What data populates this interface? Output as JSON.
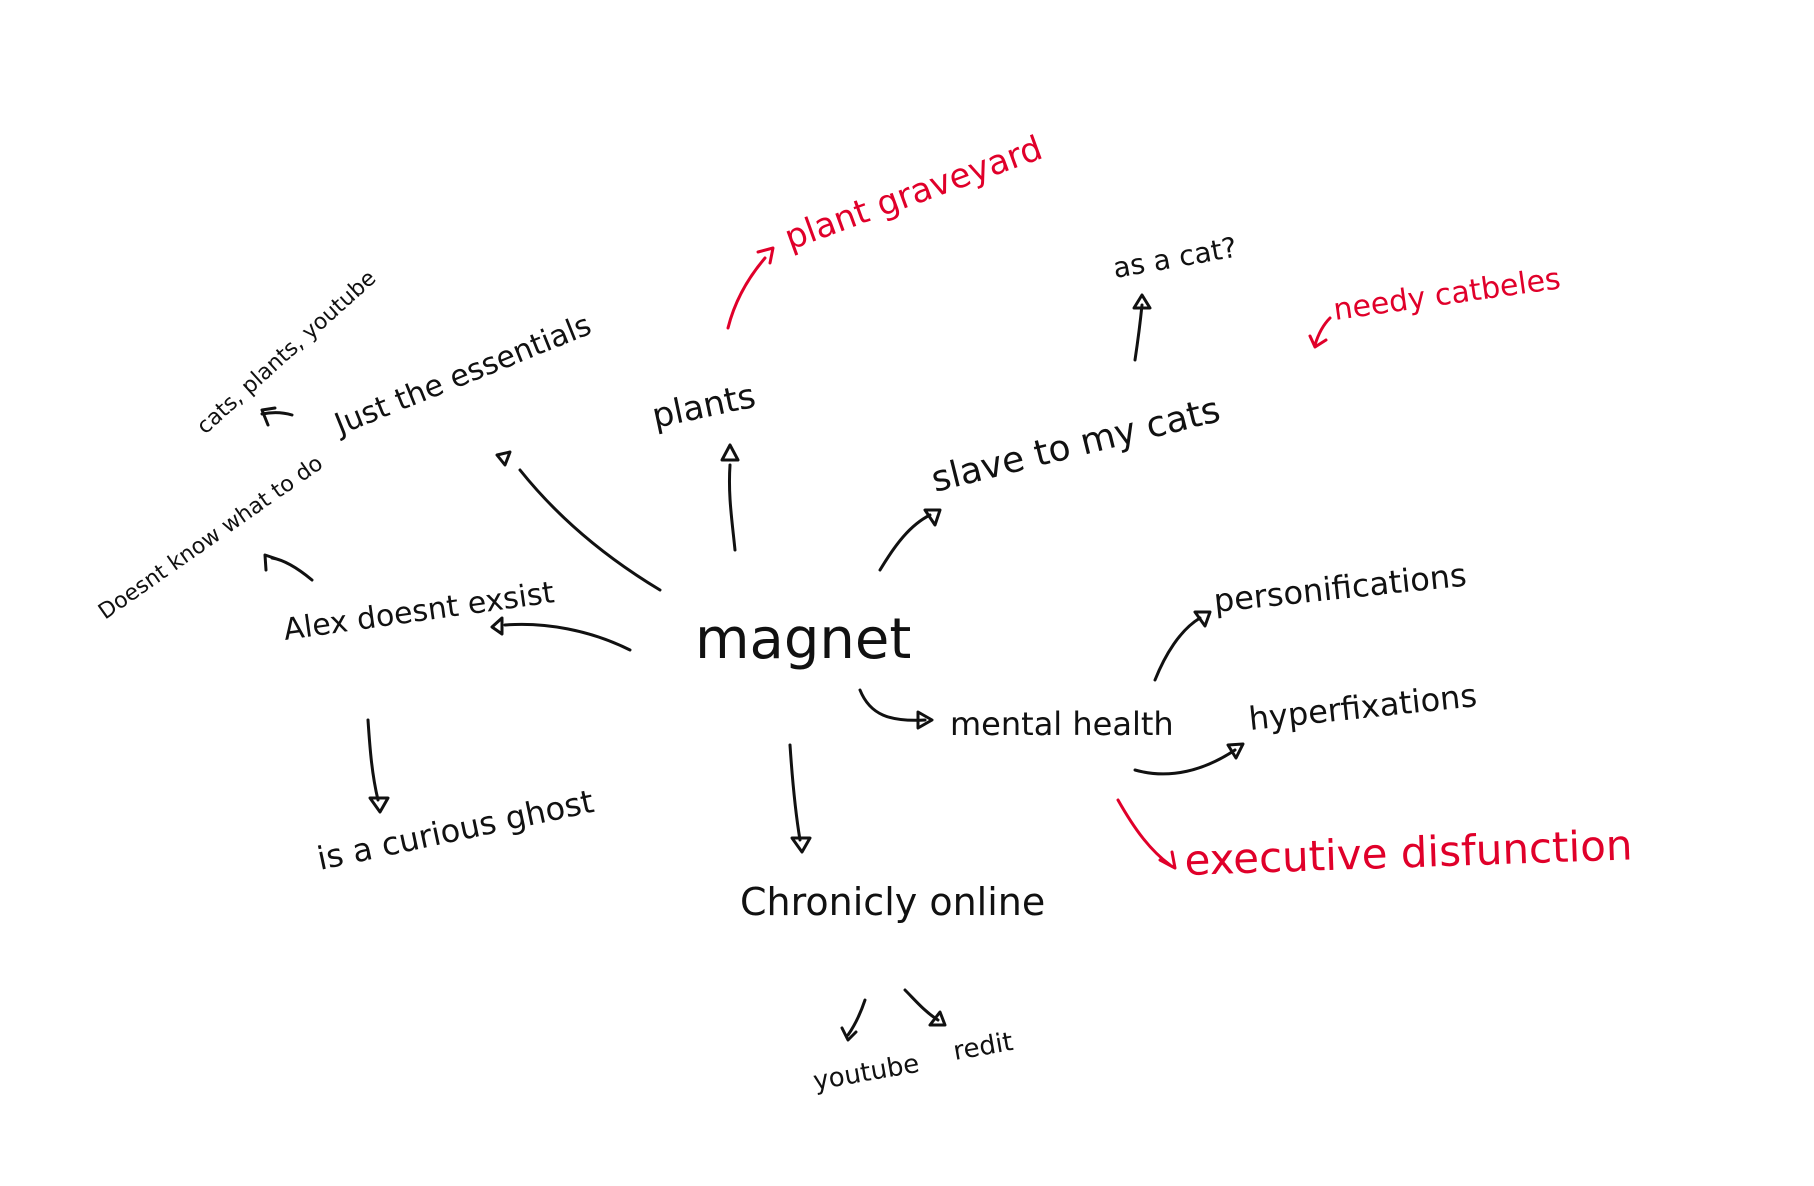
{
  "colors": {
    "ink": "#111111",
    "red_ink": "#e0002a",
    "paper": "#ffffff"
  },
  "center": "magnet",
  "nodes": {
    "plants": "plants",
    "plant_graveyard": "plant graveyard",
    "slave_to_my_cats": "slave to my cats",
    "as_a_cat": "as a cat?",
    "needy_cats": "needy catbeles",
    "just_the_essentials": "Just the essentials",
    "cats_plants_youtube": "cats, plants, youtube",
    "alex_doesnt_exist": "Alex doesnt exsist",
    "doesnt_know_what_to_do": "Doesnt know what to do",
    "curious_ghost": "is a curious ghost",
    "mental_health": "mental health",
    "personifications": "personifications",
    "hyperfixations": "hyperfixations",
    "executive_dysfunction": "executive disfunction",
    "chronically_online": "Chronicly online",
    "youtube": "youtube",
    "reddit": "redit"
  }
}
